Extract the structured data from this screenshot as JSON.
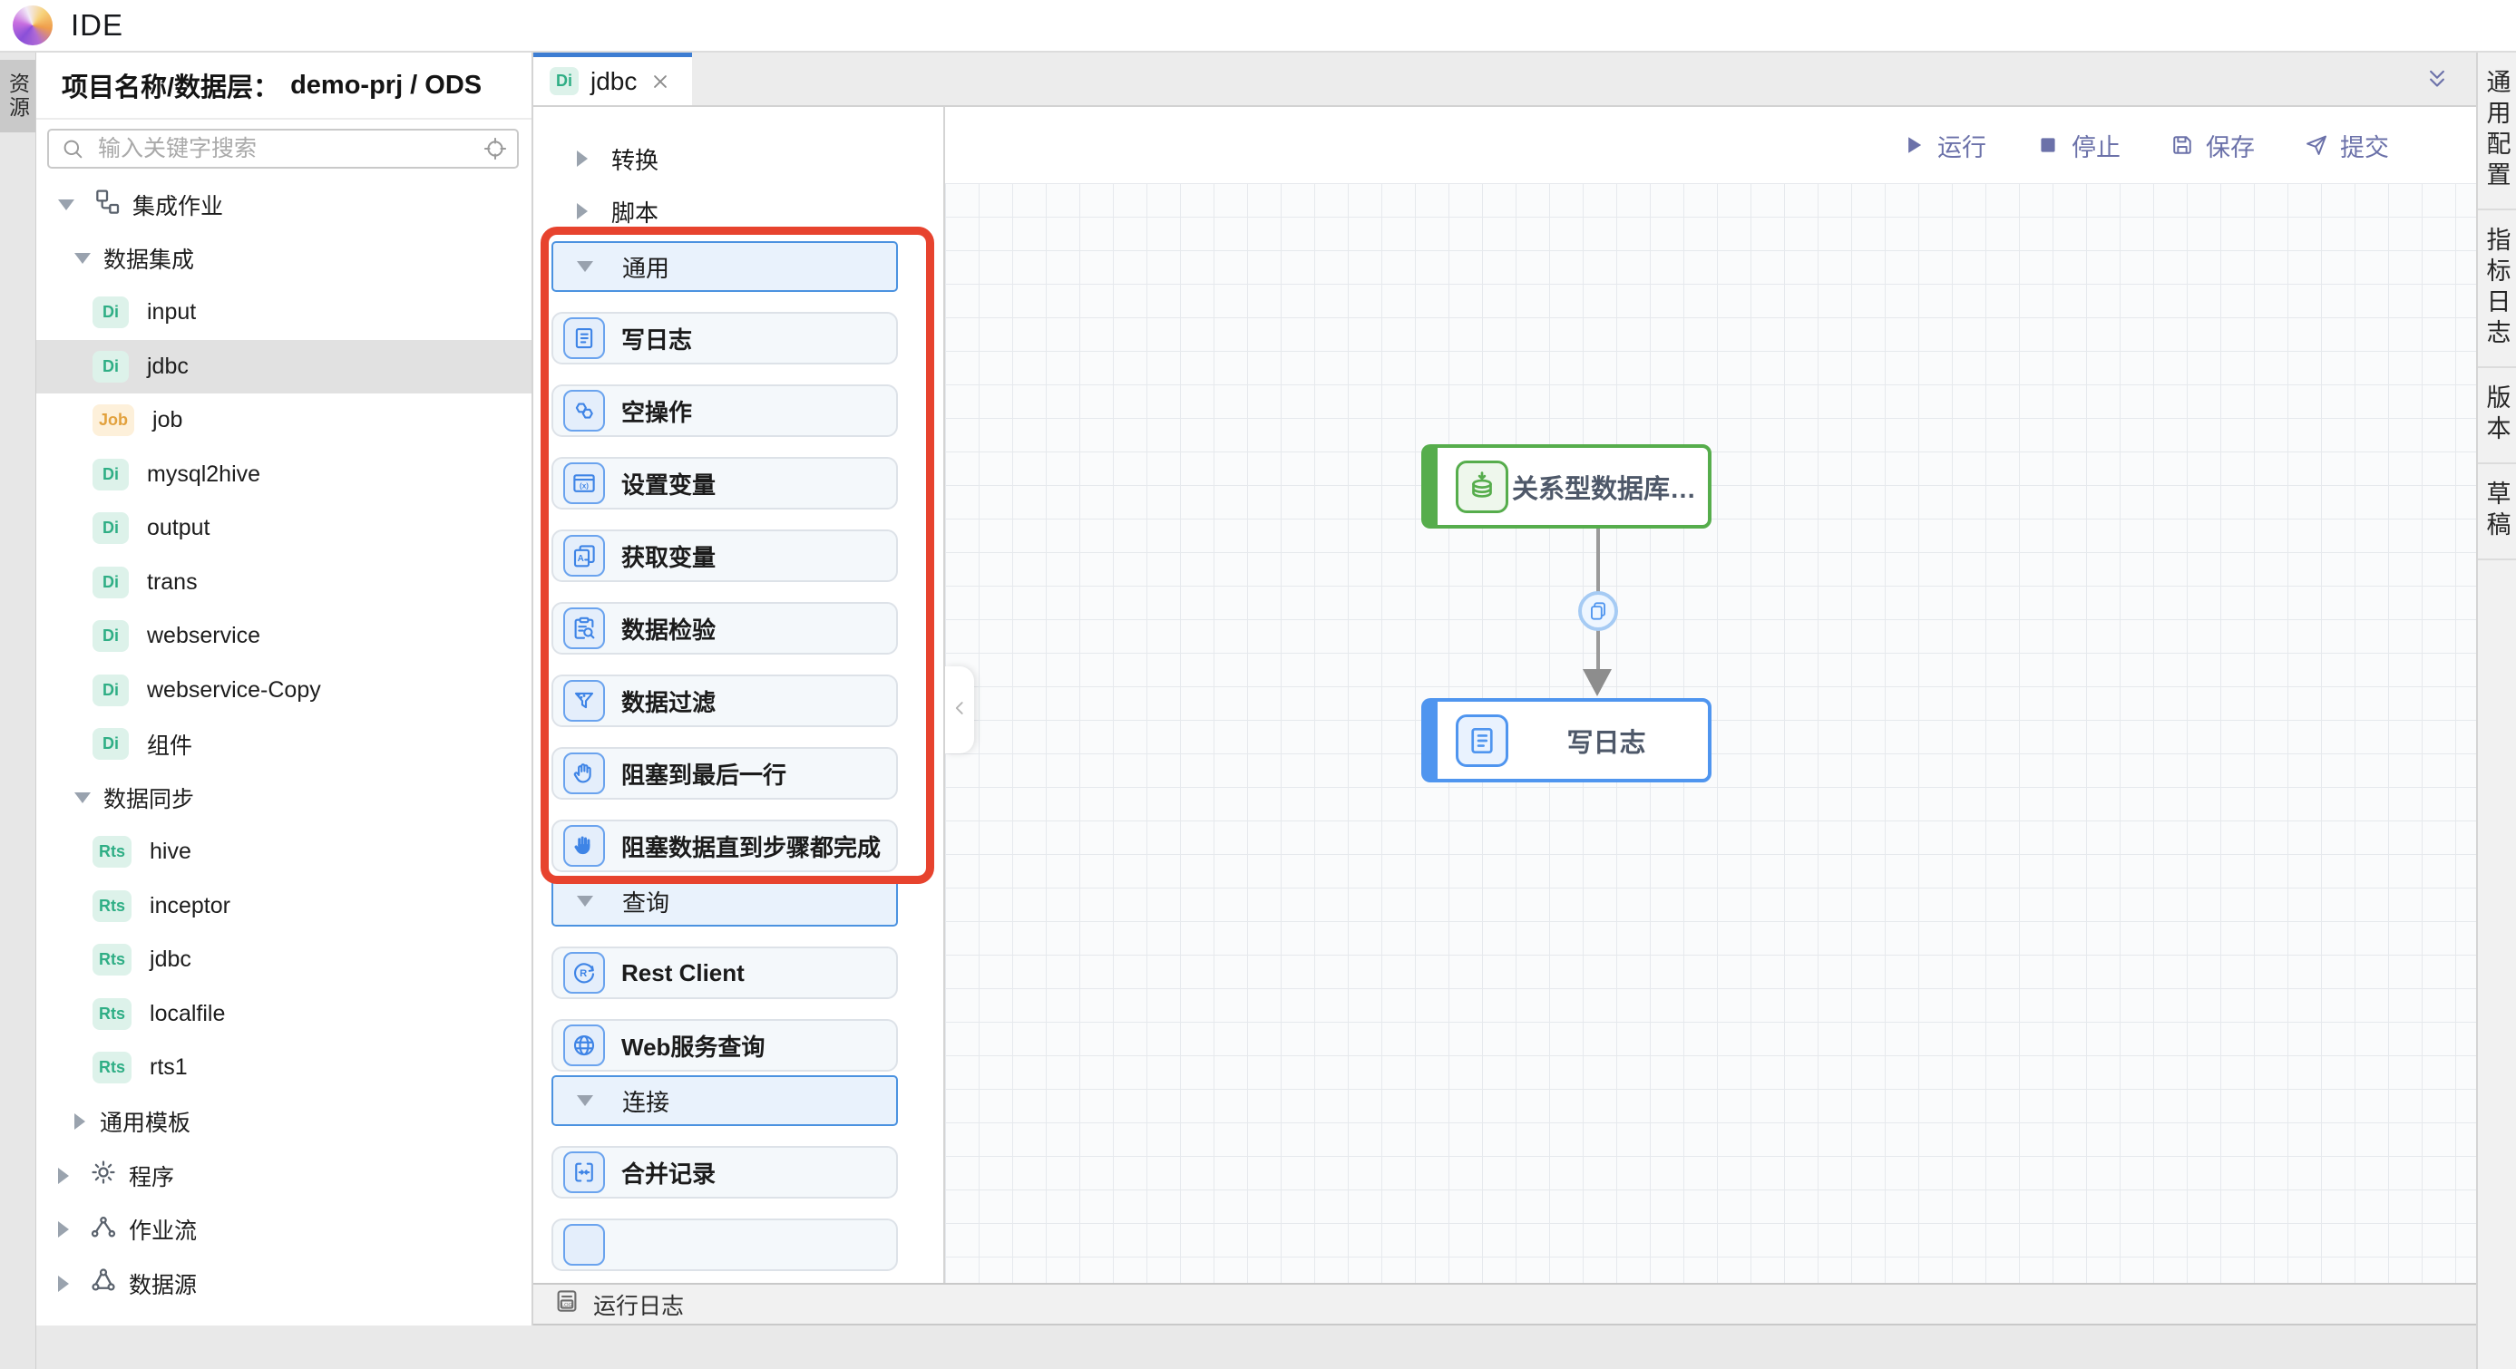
{
  "app": {
    "title": "IDE"
  },
  "left_rail": {
    "active_tab": "资源"
  },
  "explorer": {
    "title_label": "项目名称/数据层：",
    "title_value": "demo-prj / ODS",
    "search_placeholder": "输入关键字搜索",
    "tree": [
      {
        "label": "集成作业",
        "level": 1,
        "caret": "down",
        "icon": "integration-jobs-icon"
      },
      {
        "label": "数据集成",
        "level": 2,
        "caret": "down"
      },
      {
        "label": "input",
        "level": 3,
        "badge": "Di",
        "badge_color": "mint"
      },
      {
        "label": "jdbc",
        "level": 3,
        "badge": "Di",
        "badge_color": "mint",
        "selected": true
      },
      {
        "label": "job",
        "level": 3,
        "badge": "Job",
        "badge_color": "orange"
      },
      {
        "label": "mysql2hive",
        "level": 3,
        "badge": "Di",
        "badge_color": "mint"
      },
      {
        "label": "output",
        "level": 3,
        "badge": "Di",
        "badge_color": "mint"
      },
      {
        "label": "trans",
        "level": 3,
        "badge": "Di",
        "badge_color": "mint"
      },
      {
        "label": "webservice",
        "level": 3,
        "badge": "Di",
        "badge_color": "mint"
      },
      {
        "label": "webservice-Copy",
        "level": 3,
        "badge": "Di",
        "badge_color": "mint"
      },
      {
        "label": "组件",
        "level": 3,
        "badge": "Di",
        "badge_color": "mint"
      },
      {
        "label": "数据同步",
        "level": 2,
        "caret": "down"
      },
      {
        "label": "hive",
        "level": 3,
        "badge": "Rts",
        "badge_color": "mint"
      },
      {
        "label": "inceptor",
        "level": 3,
        "badge": "Rts",
        "badge_color": "mint"
      },
      {
        "label": "jdbc",
        "level": 3,
        "badge": "Rts",
        "badge_color": "mint"
      },
      {
        "label": "localfile",
        "level": 3,
        "badge": "Rts",
        "badge_color": "mint"
      },
      {
        "label": "rts1",
        "level": 3,
        "badge": "Rts",
        "badge_color": "mint"
      },
      {
        "label": "通用模板",
        "level": 2,
        "caret": "right"
      },
      {
        "label": "程序",
        "level": 1,
        "caret": "right",
        "icon": "gear-icon"
      },
      {
        "label": "作业流",
        "level": 1,
        "caret": "right",
        "icon": "workflow-icon"
      },
      {
        "label": "数据源",
        "level": 1,
        "caret": "right",
        "icon": "datasource-icon"
      }
    ]
  },
  "editor": {
    "tab": {
      "badge": "Di",
      "label": "jdbc"
    }
  },
  "palette": {
    "sections": [
      {
        "label": "转换",
        "expanded": false
      },
      {
        "label": "脚本",
        "expanded": false
      },
      {
        "label": "通用",
        "expanded": true,
        "annotated": true,
        "items": [
          {
            "label": "写日志",
            "icon": "write-log-icon"
          },
          {
            "label": "空操作",
            "icon": "noop-icon"
          },
          {
            "label": "设置变量",
            "icon": "set-variable-icon"
          },
          {
            "label": "获取变量",
            "icon": "get-variable-icon"
          },
          {
            "label": "数据检验",
            "icon": "data-check-icon"
          },
          {
            "label": "数据过滤",
            "icon": "data-filter-icon"
          },
          {
            "label": "阻塞到最后一行",
            "icon": "block-last-row-icon"
          },
          {
            "label": "阻塞数据直到步骤都完成",
            "icon": "block-until-done-icon"
          }
        ]
      },
      {
        "label": "查询",
        "expanded": true,
        "items": [
          {
            "label": "Rest Client",
            "icon": "rest-client-icon"
          },
          {
            "label": "Web服务查询",
            "icon": "web-service-icon"
          }
        ]
      },
      {
        "label": "连接",
        "expanded": true,
        "items": [
          {
            "label": "合并记录",
            "icon": "merge-records-icon"
          },
          {
            "label": "",
            "icon": "blank-icon",
            "partial": true
          }
        ]
      }
    ]
  },
  "toolbar": {
    "buttons": [
      {
        "label": "运行",
        "icon": "play-icon"
      },
      {
        "label": "停止",
        "icon": "stop-icon"
      },
      {
        "label": "保存",
        "icon": "save-icon"
      },
      {
        "label": "提交",
        "icon": "submit-icon"
      }
    ]
  },
  "canvas": {
    "nodes": [
      {
        "label": "关系型数据库输...",
        "type": "green",
        "icon": "db-input-icon"
      },
      {
        "label": "写日志",
        "type": "blue",
        "icon": "write-log-icon"
      }
    ]
  },
  "right_rail": {
    "tabs": [
      "通用配置",
      "指标日志",
      "版本",
      "草稿"
    ]
  },
  "bottom_bar": {
    "label": "运行日志",
    "icon": "run-log-icon"
  },
  "colors": {
    "accent_blue": "#3d7dd2",
    "palette_icon_blue": "#3e84e6",
    "toolbar_indigo": "#6b71a9",
    "annotation_red": "#e7432e",
    "node_green": "#56ad4c",
    "node_blue": "#4f95ef",
    "badge_mint_text": "#2fae85",
    "badge_mint_bg": "#ddf2ea",
    "badge_orange_text": "#e2a13d",
    "badge_orange_bg": "#fdf0da"
  }
}
